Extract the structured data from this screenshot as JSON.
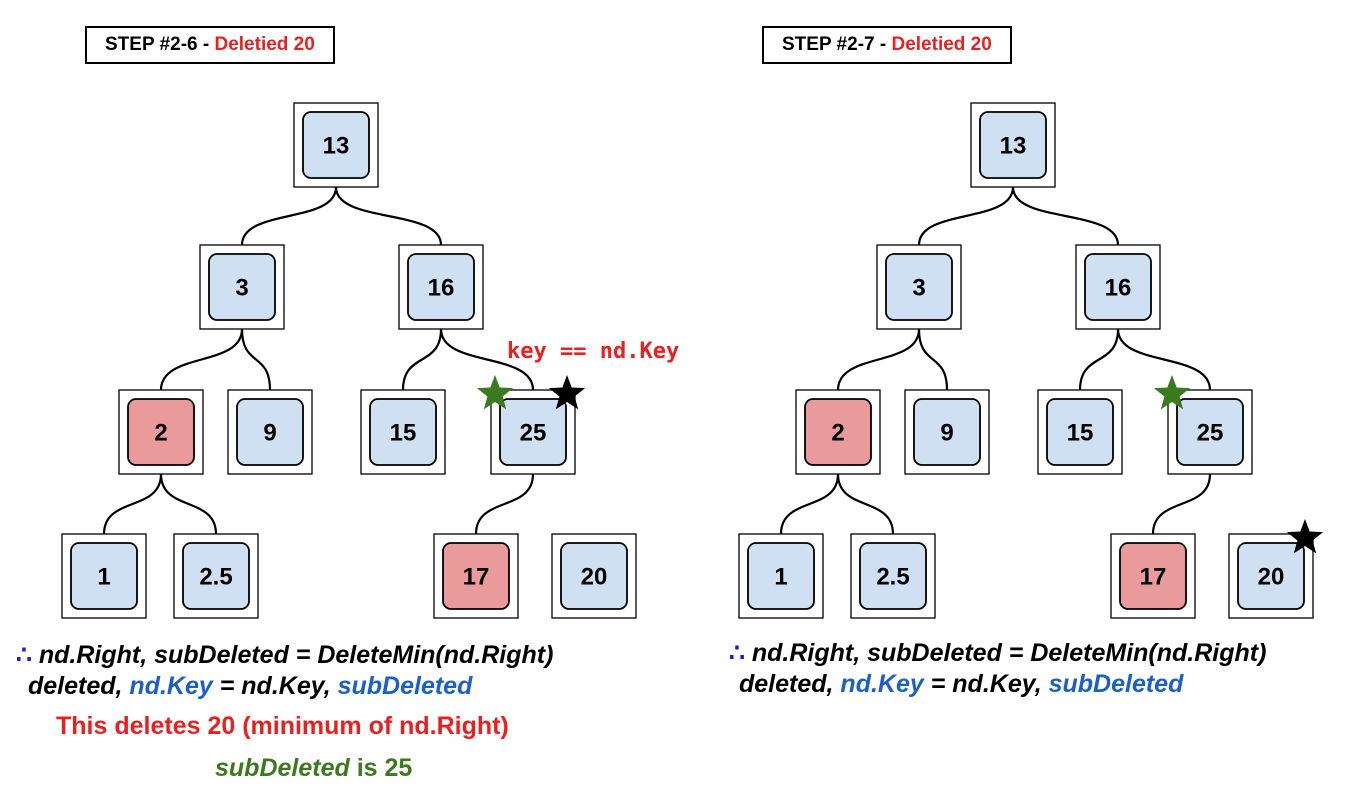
{
  "colors": {
    "node_default": "#cfe0f3",
    "node_red": "#e99a9a",
    "star_green": "#3b7a1e",
    "star_black": "#000000",
    "text_red": "#e8201f",
    "text_blue": "#1b5fc7",
    "text_green": "#3b7a1e"
  },
  "left": {
    "step_prefix": "STEP #2-6 - ",
    "step_deleted": "Deletied 20",
    "annotation": "key == nd.Key",
    "nodes": [
      {
        "id": "13",
        "label": "13",
        "color": "node_default"
      },
      {
        "id": "3",
        "label": "3",
        "color": "node_default"
      },
      {
        "id": "16",
        "label": "16",
        "color": "node_default"
      },
      {
        "id": "2",
        "label": "2",
        "color": "node_red"
      },
      {
        "id": "9",
        "label": "9",
        "color": "node_default"
      },
      {
        "id": "15",
        "label": "15",
        "color": "node_default"
      },
      {
        "id": "25",
        "label": "25",
        "color": "node_default"
      },
      {
        "id": "1",
        "label": "1",
        "color": "node_default"
      },
      {
        "id": "2.5",
        "label": "2.5",
        "color": "node_default"
      },
      {
        "id": "17",
        "label": "17",
        "color": "node_red"
      },
      {
        "id": "20",
        "label": "20",
        "color": "node_default"
      }
    ],
    "edges": [
      [
        "13",
        "3"
      ],
      [
        "13",
        "16"
      ],
      [
        "3",
        "2"
      ],
      [
        "3",
        "9"
      ],
      [
        "16",
        "15"
      ],
      [
        "16",
        "25"
      ],
      [
        "2",
        "1"
      ],
      [
        "2",
        "2.5"
      ],
      [
        "25",
        "17"
      ]
    ],
    "stars": [
      {
        "node": "25",
        "color": "star_green",
        "pos": "top-left"
      },
      {
        "node": "25",
        "color": "star_black",
        "pos": "top-right"
      }
    ],
    "code_line1_symbol": "∴",
    "code_line1": "nd.Right, subDeleted = DeleteMin(nd.Right)",
    "code_line2_a": "deleted, ",
    "code_line2_b": "nd.Key",
    "code_line2_c": " = nd.Key, ",
    "code_line2_d": "subDeleted",
    "note_red": "This deletes 20 (minimum of nd.Right)",
    "note_green_a": "subDeleted",
    "note_green_b": " is 25"
  },
  "right": {
    "step_prefix": "STEP #2-7 - ",
    "step_deleted": "Deletied 20",
    "nodes": [
      {
        "id": "13",
        "label": "13",
        "color": "node_default"
      },
      {
        "id": "3",
        "label": "3",
        "color": "node_default"
      },
      {
        "id": "16",
        "label": "16",
        "color": "node_default"
      },
      {
        "id": "2",
        "label": "2",
        "color": "node_red"
      },
      {
        "id": "9",
        "label": "9",
        "color": "node_default"
      },
      {
        "id": "15",
        "label": "15",
        "color": "node_default"
      },
      {
        "id": "25",
        "label": "25",
        "color": "node_default"
      },
      {
        "id": "1",
        "label": "1",
        "color": "node_default"
      },
      {
        "id": "2.5",
        "label": "2.5",
        "color": "node_default"
      },
      {
        "id": "17",
        "label": "17",
        "color": "node_red"
      },
      {
        "id": "20",
        "label": "20",
        "color": "node_default"
      }
    ],
    "edges": [
      [
        "13",
        "3"
      ],
      [
        "13",
        "16"
      ],
      [
        "3",
        "2"
      ],
      [
        "3",
        "9"
      ],
      [
        "16",
        "15"
      ],
      [
        "16",
        "25"
      ],
      [
        "2",
        "1"
      ],
      [
        "2",
        "2.5"
      ],
      [
        "25",
        "17"
      ]
    ],
    "stars": [
      {
        "node": "25",
        "color": "star_green",
        "pos": "top-left"
      },
      {
        "node": "20",
        "color": "star_black",
        "pos": "top-right"
      }
    ],
    "code_line1_symbol": "∴",
    "code_line1": "nd.Right, subDeleted = DeleteMin(nd.Right)",
    "code_line2_a": "deleted, ",
    "code_line2_b": "nd.Key",
    "code_line2_c": " = nd.Key, ",
    "code_line2_d": "subDeleted"
  }
}
